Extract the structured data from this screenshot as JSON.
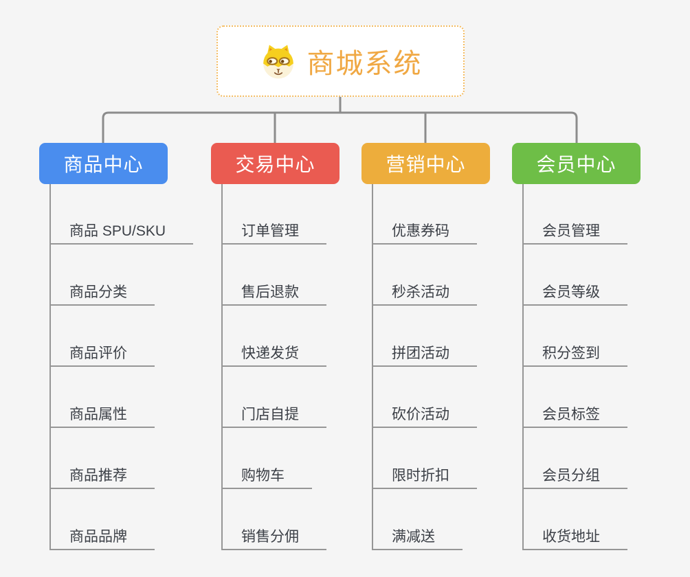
{
  "canvas": {
    "background": "#f5f5f5"
  },
  "root": {
    "title": "商城系统",
    "icon": "dog-face-icon",
    "title_color": "#f0a843",
    "border_color": "#f4bc62",
    "background": "#ffffff"
  },
  "connectors": {
    "line_color": "#8c8c8c",
    "underline_color": "#969696",
    "leaf_text_color": "#3c4047"
  },
  "branches": [
    {
      "label": "商品中心",
      "color": "#4a8dee",
      "items": [
        "商品 SPU/SKU",
        "商品分类",
        "商品评价",
        "商品属性",
        "商品推荐",
        "商品品牌"
      ]
    },
    {
      "label": "交易中心",
      "color": "#ea5b51",
      "items": [
        "订单管理",
        "售后退款",
        "快递发货",
        "门店自提",
        "购物车",
        "销售分佣"
      ]
    },
    {
      "label": "营销中心",
      "color": "#edad3c",
      "items": [
        "优惠券码",
        "秒杀活动",
        "拼团活动",
        "砍价活动",
        "限时折扣",
        "满减送"
      ]
    },
    {
      "label": "会员中心",
      "color": "#6ebe47",
      "items": [
        "会员管理",
        "会员等级",
        "积分签到",
        "会员标签",
        "会员分组",
        "收货地址"
      ]
    }
  ]
}
